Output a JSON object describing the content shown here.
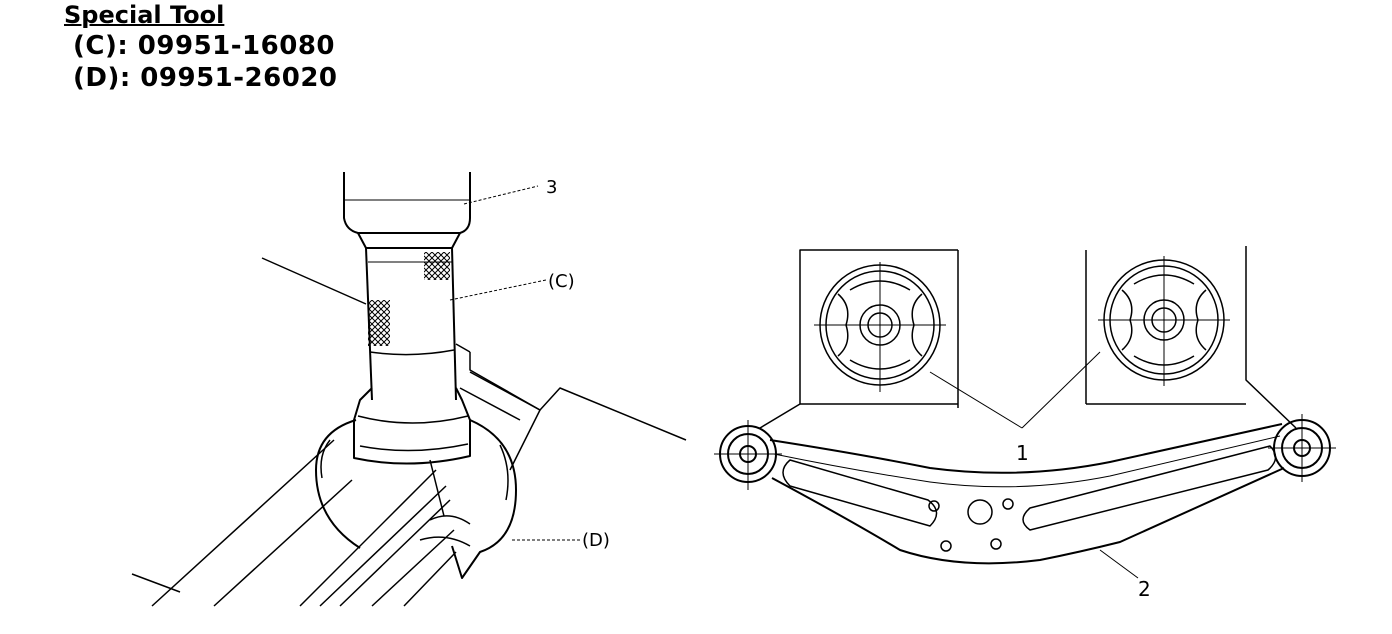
{
  "header": {
    "title": "Special Tool",
    "tools": [
      {
        "text": "(C): 09951-16080"
      },
      {
        "text": "(D): 09951-26020"
      }
    ]
  },
  "callouts": {
    "part_3": "3",
    "tool_c": "(C)",
    "tool_d": "(D)",
    "part_1": "1",
    "part_2": "2"
  }
}
